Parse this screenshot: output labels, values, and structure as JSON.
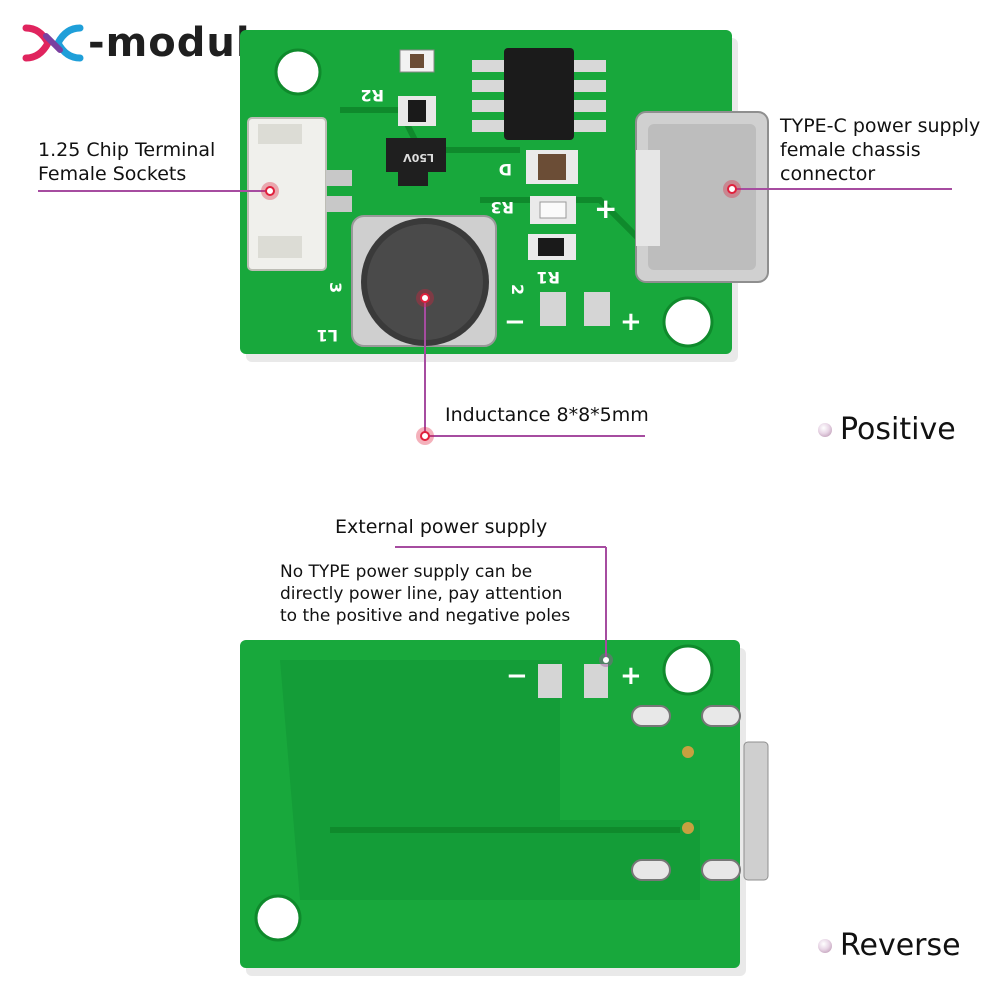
{
  "brand": {
    "name": "-modules-x"
  },
  "callouts": {
    "socket": "1.25 Chip Terminal\nFemale Sockets",
    "typec": "TYPE-C power supply\nfemale chassis\nconnector",
    "inductor": "Inductance 8*8*5mm",
    "external_title": "External power supply",
    "external_note": "No TYPE power supply can be\ndirectly power line, pay attention\nto the positive and negative poles"
  },
  "views": {
    "front": "Positive",
    "back": "Reverse"
  },
  "silkscreen": {
    "r2": "R2",
    "d": "D",
    "r3": "R3",
    "r1": "R1",
    "l1": "L1",
    "pin3": "3",
    "pin2": "2",
    "plus": "+",
    "minus": "−",
    "diode": "L50V"
  },
  "colors": {
    "pcb": "#18a83c",
    "pcb_dark": "#0f8a2c",
    "callout_line": "#a64ca0",
    "marker": "#e0203c"
  }
}
